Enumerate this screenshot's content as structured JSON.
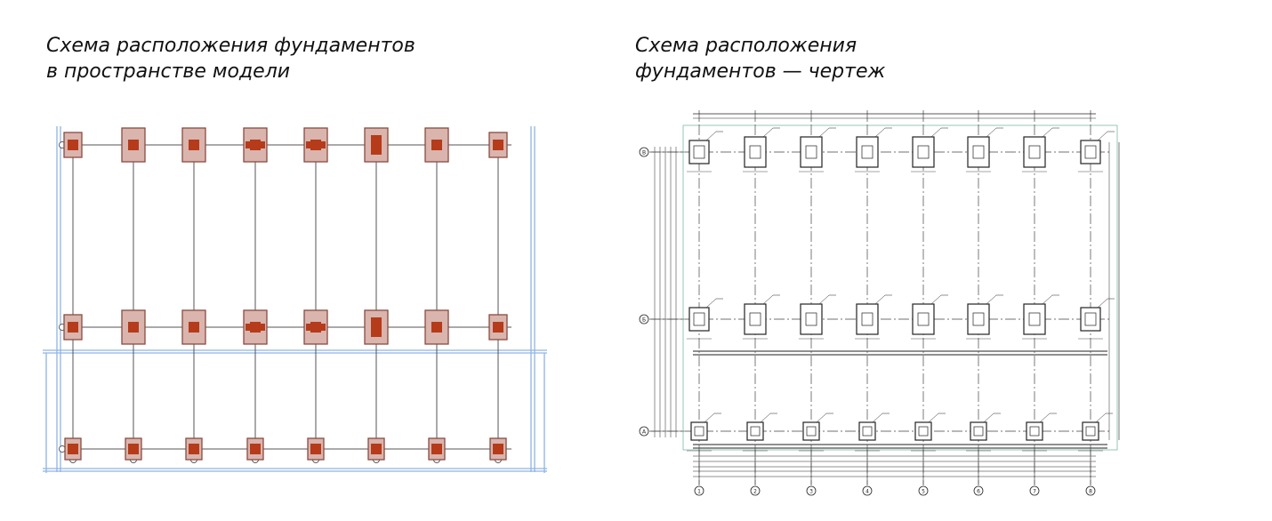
{
  "left_panel": {
    "title": "Схема расположения фундаментов\nв пространстве модели",
    "colors": {
      "footing_fill": "#d9b5ae",
      "footing_stroke": "#8a4a40",
      "column": "#b53b1b",
      "wall": "#8fb4e3",
      "axis": "#555555"
    }
  },
  "right_panel": {
    "title": "Схема расположения\nфундаментов — чертеж",
    "row_axis_labels": [
      "В",
      "Б",
      "А"
    ],
    "column_axis_labels": [
      "1",
      "2",
      "3",
      "4",
      "5",
      "6",
      "7",
      "8"
    ]
  }
}
